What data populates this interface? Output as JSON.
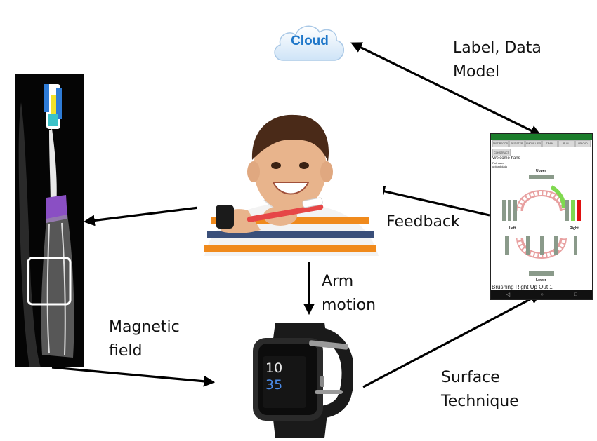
{
  "cloud": {
    "label": "Cloud"
  },
  "labels": {
    "label_data_model_1": "Label, Data",
    "label_data_model_2": "Model",
    "feedback": "Feedback",
    "arm_motion_1": "Arm",
    "arm_motion_2": "motion",
    "magnetic_field_1": "Magnetic",
    "magnetic_field_2": "field",
    "surface_technique_1": "Surface",
    "surface_technique_2": "Technique"
  },
  "watch": {
    "hour": "10",
    "minute": "35"
  },
  "phone": {
    "buttons": [
      "START RECORD",
      "REGISTER",
      "REMOVE USER",
      "TRAIN",
      "PULL",
      "UPLOAD"
    ],
    "button_construct": "CONSTRUCT",
    "welcome": "Welcome hans",
    "line_a": "Pull data",
    "line_b": "upload data",
    "upper": "Upper",
    "lower": "Lower",
    "left": "Left",
    "right": "Right",
    "status": "Brushing Right Up Out 1",
    "nav": [
      "◁",
      "○",
      "□"
    ]
  },
  "colors": {
    "arrow": "#000000",
    "cloud_text": "#1f77c9",
    "phone_status_bar": "#1b7d2b",
    "highlight_red": "#e01010",
    "highlight_green": "#7fd94f"
  }
}
